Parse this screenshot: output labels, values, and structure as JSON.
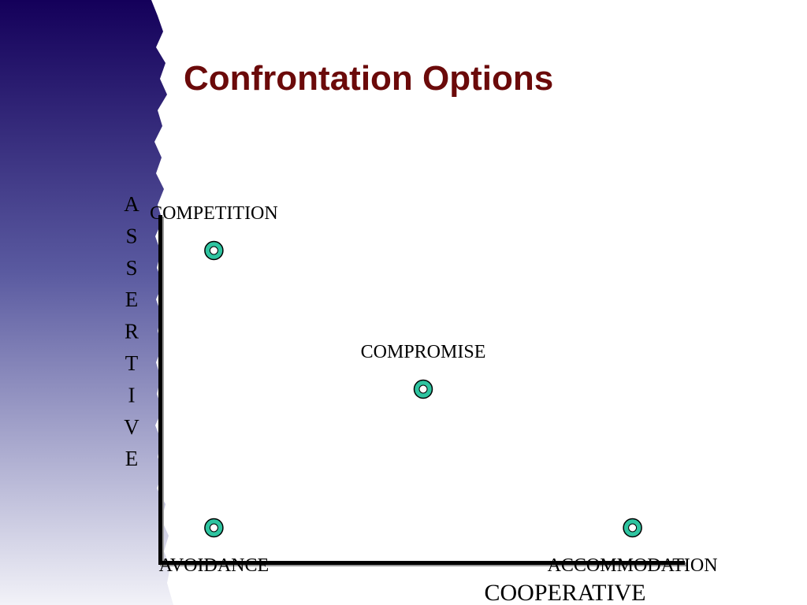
{
  "slide": {
    "title": "Confrontation Options"
  },
  "colors": {
    "title": "#6b0a0a",
    "band_top": "#14005a",
    "band_bottom": "#f2f2f8",
    "axis": "#000000",
    "node_fill": "#2ec4a0",
    "node_center": "#ffffff",
    "text": "#000000"
  },
  "diagram": {
    "y_axis_label": "ASSERTIVE",
    "x_axis_label": "COOPERATIVE",
    "nodes": [
      {
        "id": "competition",
        "label": "COMPETITION",
        "cooperative": 0.1,
        "assertive": 0.9,
        "label_side": "above"
      },
      {
        "id": "compromise",
        "label": "COMPROMISE",
        "cooperative": 0.5,
        "assertive": 0.5,
        "label_side": "above"
      },
      {
        "id": "avoidance",
        "label": "AVOIDANCE",
        "cooperative": 0.1,
        "assertive": 0.1,
        "label_side": "below"
      },
      {
        "id": "accommodation",
        "label": "ACCOMMODATION",
        "cooperative": 0.9,
        "assertive": 0.1,
        "label_side": "below"
      }
    ]
  }
}
